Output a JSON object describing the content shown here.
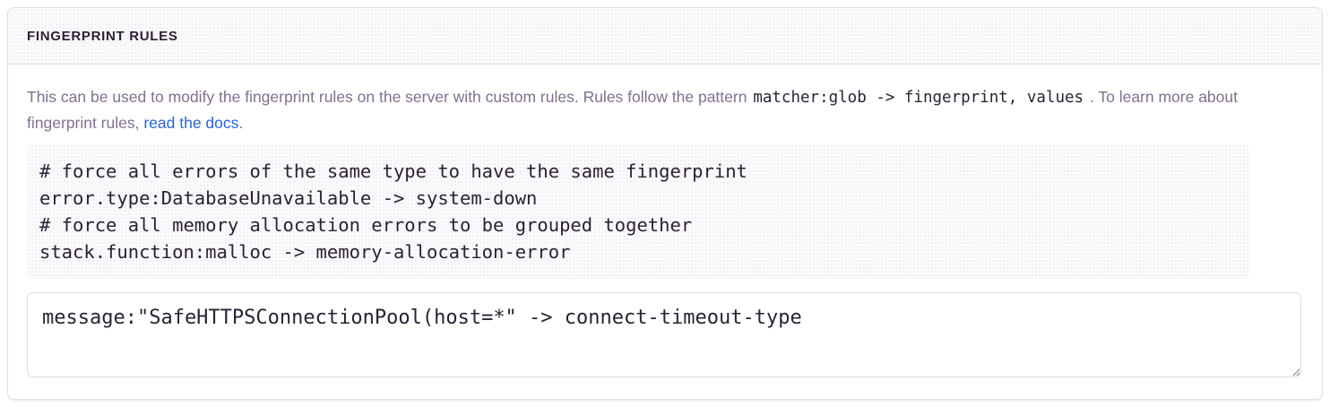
{
  "panel": {
    "title": "FINGERPRINT RULES"
  },
  "help": {
    "text_before_code": "This can be used to modify the fingerprint rules on the server with custom rules. Rules follow the pattern ",
    "inline_code": "matcher:glob -> fingerprint, values",
    "text_after_code": " . To learn more about fingerprint rules, ",
    "link_label": "read the docs",
    "text_after_link": "."
  },
  "example": {
    "code": "# force all errors of the same type to have the same fingerprint\nerror.type:DatabaseUnavailable -> system-down\n# force all memory allocation errors to be grouped together\nstack.function:malloc -> memory-allocation-error"
  },
  "editor": {
    "value": "message:\"SafeHTTPSConnectionPool(host=*\" -> connect-timeout-type"
  },
  "colors": {
    "text_primary": "#2b2233",
    "text_muted": "#80708f",
    "link": "#2962d9",
    "border": "#e0dce5",
    "header_bg": "#fbfafc",
    "code_block_bg": "#fbfafc"
  }
}
